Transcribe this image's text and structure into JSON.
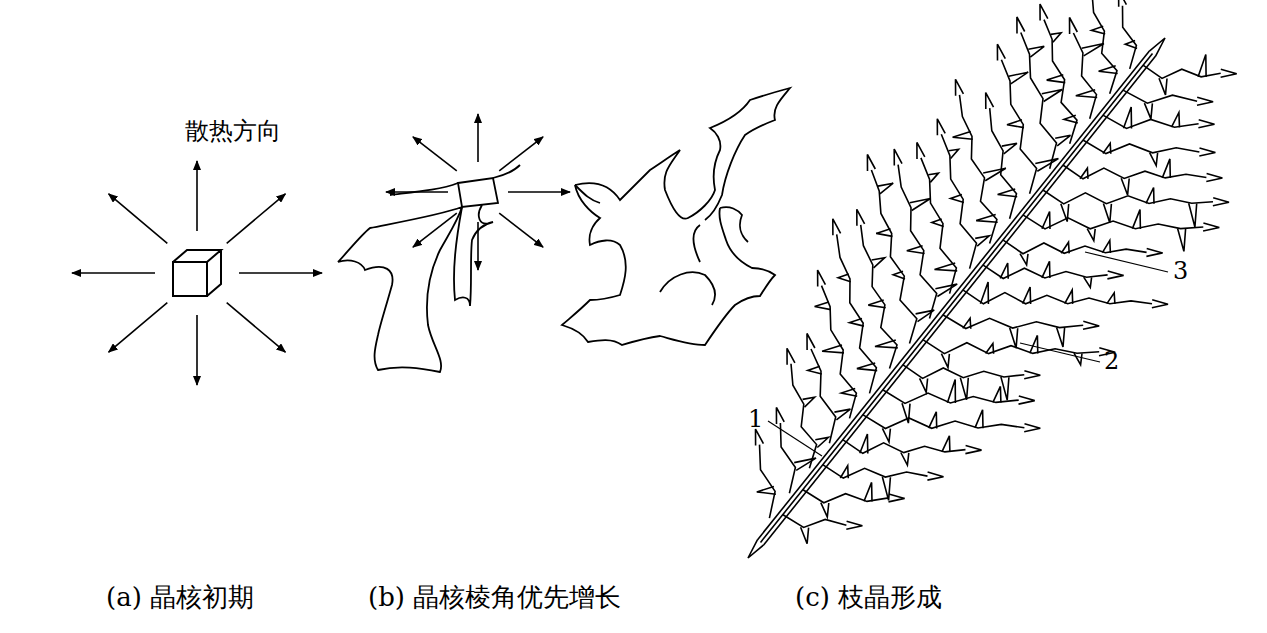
{
  "diagram": {
    "labels": [
      "散热方向",
      "(a) 晶核初期",
      "(b) 晶核棱角优先增长",
      "(c) 枝晶形成",
      "1",
      "2",
      "3"
    ]
  }
}
